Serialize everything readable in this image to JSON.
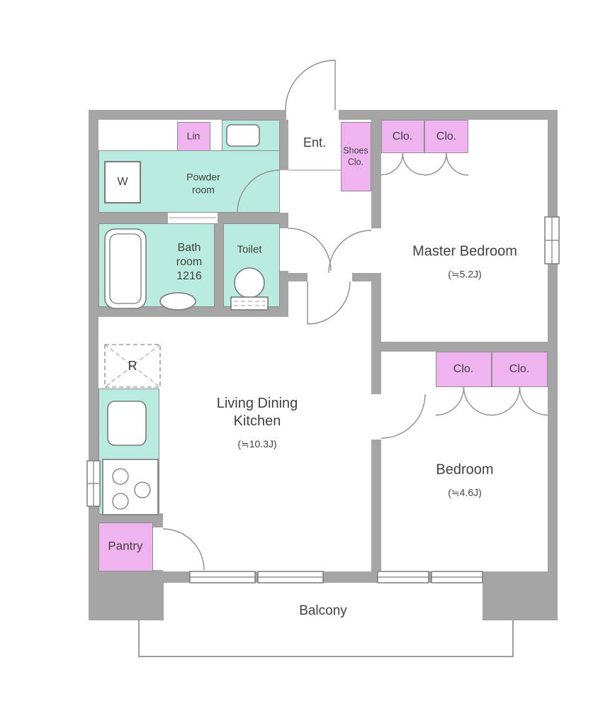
{
  "colors": {
    "wall": "#a5a5a5",
    "wet": "#b9ecdf",
    "closet": "#efb3ef",
    "line": "#7a7a7a",
    "text": "#414141"
  },
  "rooms": {
    "entrance": {
      "label": "Ent."
    },
    "shoes_closet": {
      "line1": "Shoes",
      "line2": "Clo."
    },
    "linen": {
      "label": "Lin"
    },
    "washer": {
      "label": "W"
    },
    "powder_room": {
      "line1": "Powder",
      "line2": "room"
    },
    "bathroom": {
      "line1": "Bath",
      "line2": "room",
      "line3": "1216"
    },
    "toilet": {
      "label": "Toilet"
    },
    "refrigerator": {
      "label": "R"
    },
    "ldk": {
      "line1": "Living Dining",
      "line2": "Kitchen",
      "size": "(≒10.3J)"
    },
    "pantry": {
      "label": "Pantry"
    },
    "master_bedroom": {
      "label": "Master Bedroom",
      "size": "(≒5.2J)"
    },
    "bedroom": {
      "label": "Bedroom",
      "size": "(≒4.6J)"
    },
    "balcony": {
      "label": "Balcony"
    },
    "closet_master_left": {
      "label": "Clo."
    },
    "closet_master_right": {
      "label": "Clo."
    },
    "closet_bedroom_left": {
      "label": "Clo."
    },
    "closet_bedroom_right": {
      "label": "Clo."
    }
  },
  "icons": {
    "bathtub": "rounded-rect",
    "toilet-fixture": "ellipse-and-tank",
    "kitchen-sink": "rounded-rect",
    "stove": "rect-3-burners",
    "washbasin": "rounded-rect",
    "refrigerator-space": "dashed-box-x",
    "door": "quarter-arc",
    "window": "double-line"
  }
}
